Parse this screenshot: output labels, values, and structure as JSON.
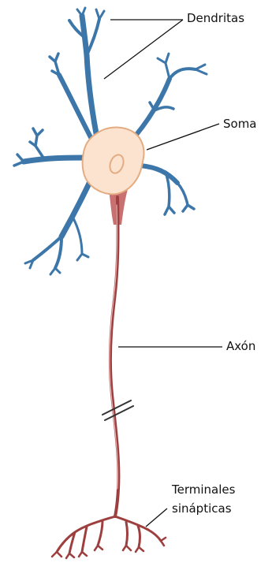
{
  "labels": {
    "dendrites": "Dendritas",
    "soma": "Soma",
    "axon": "Axón",
    "terminals_line1": "Terminales",
    "terminals_line2": "sinápticas"
  },
  "colors": {
    "dendrite": "#3d77aa",
    "dendrite_light": "#6fa1cc",
    "soma_fill": "#fbe3d0",
    "soma_stroke": "#e4ac82",
    "axon": "#9e3f3f",
    "axon_light": "#c97070",
    "leader_line": "#111111"
  }
}
